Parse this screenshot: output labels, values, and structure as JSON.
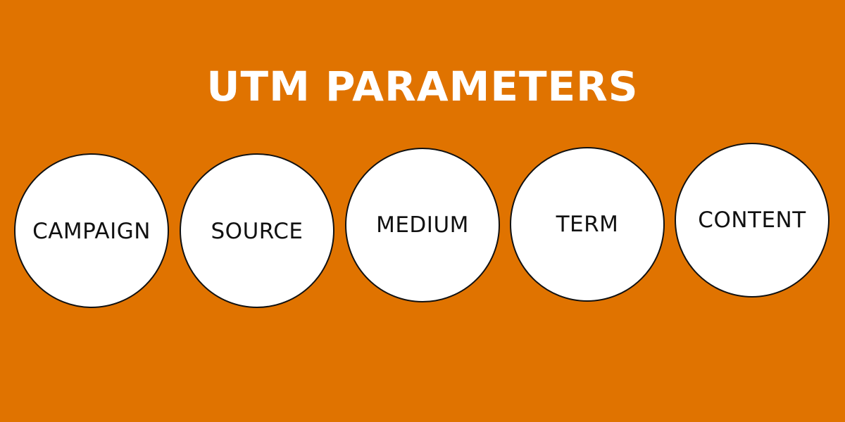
{
  "title": "UTM PARAMETERS",
  "parameters": [
    {
      "label": "CAMPAIGN"
    },
    {
      "label": "SOURCE"
    },
    {
      "label": "MEDIUM"
    },
    {
      "label": "TERM"
    },
    {
      "label": "CONTENT"
    }
  ],
  "colors": {
    "background": "#E07300",
    "circle_fill": "#FFFFFF",
    "circle_stroke": "#111111",
    "title_text": "#FFFFFF",
    "label_text": "#111111"
  }
}
